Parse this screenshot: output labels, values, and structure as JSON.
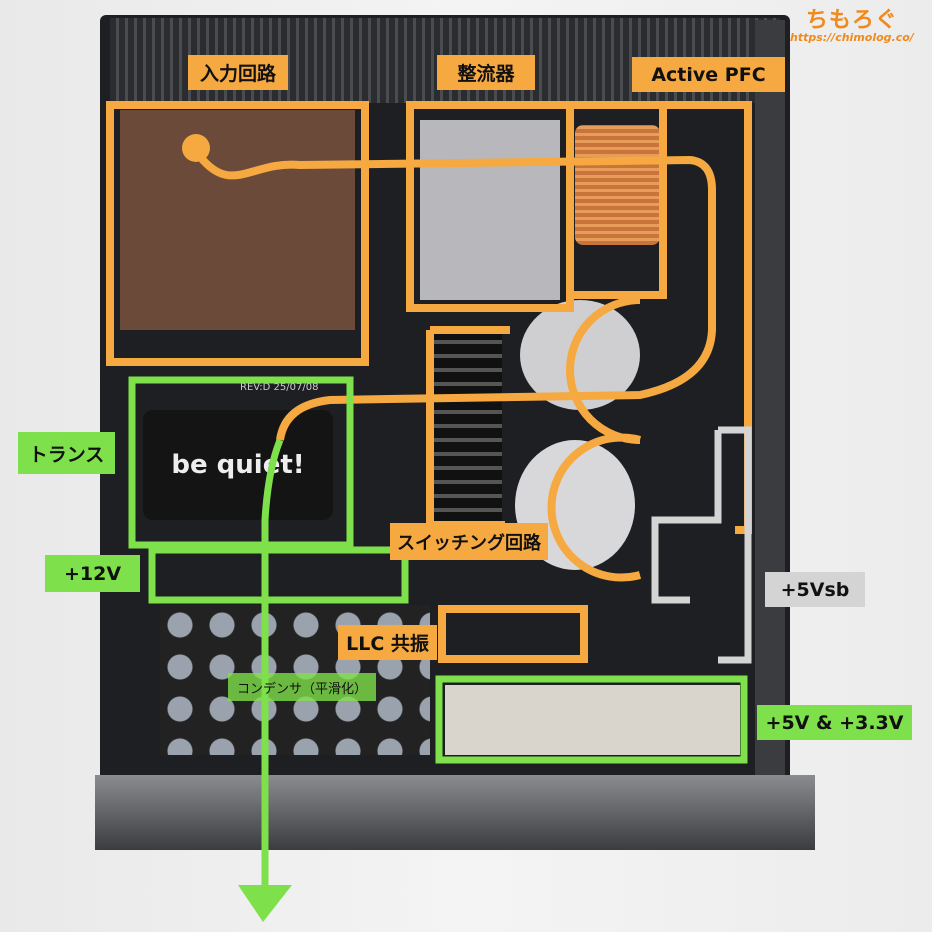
{
  "watermark": {
    "site_name": "ちもろぐ",
    "url": "https://chimolog.co/"
  },
  "labels": {
    "input_circuit": "入力回路",
    "rectifier": "整流器",
    "active_pfc": "Active PFC",
    "transformer": "トランス",
    "plus12v": "+12V",
    "switching_circuit": "スイッチング回路",
    "llc_resonance": "LLC 共振",
    "capacitor": "コンデンサ（平滑化）",
    "plus5vsb": "+5Vsb",
    "plus5v_3v3": "+5V & +3.3V"
  },
  "product_print": {
    "brand": "be quiet!",
    "rev": "REV:D 25/07/08"
  },
  "colors": {
    "orange": "#f5a940",
    "green": "#7ee04a",
    "gray": "#d4d4d4"
  }
}
